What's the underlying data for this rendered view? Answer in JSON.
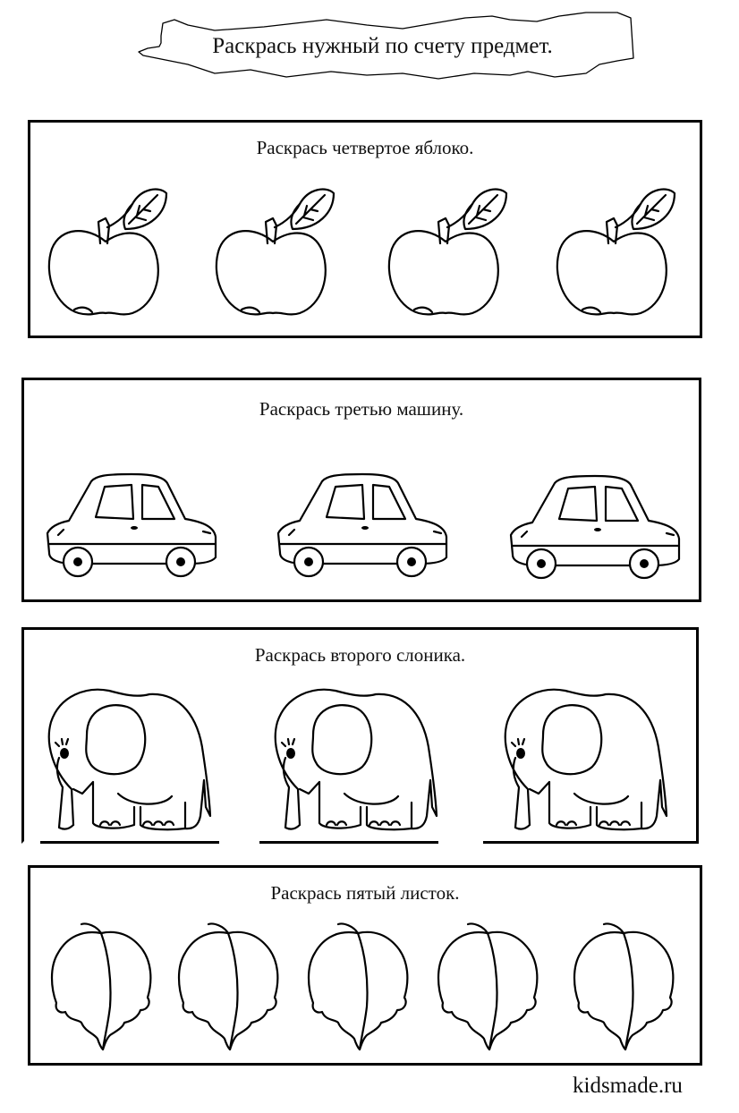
{
  "header": {
    "title": "Раскрась нужный по счету предмет."
  },
  "tasks": [
    {
      "title": "Раскрась четвертое яблоко.",
      "item": "apple",
      "count": 4
    },
    {
      "title": "Раскрась третью машину.",
      "item": "car",
      "count": 3
    },
    {
      "title": "Раскрась второго слоника.",
      "item": "elephant",
      "count": 3
    },
    {
      "title": "Раскрась пятый листок.",
      "item": "leaf",
      "count": 5
    }
  ],
  "footer": {
    "site": "kidsmade.ru"
  }
}
